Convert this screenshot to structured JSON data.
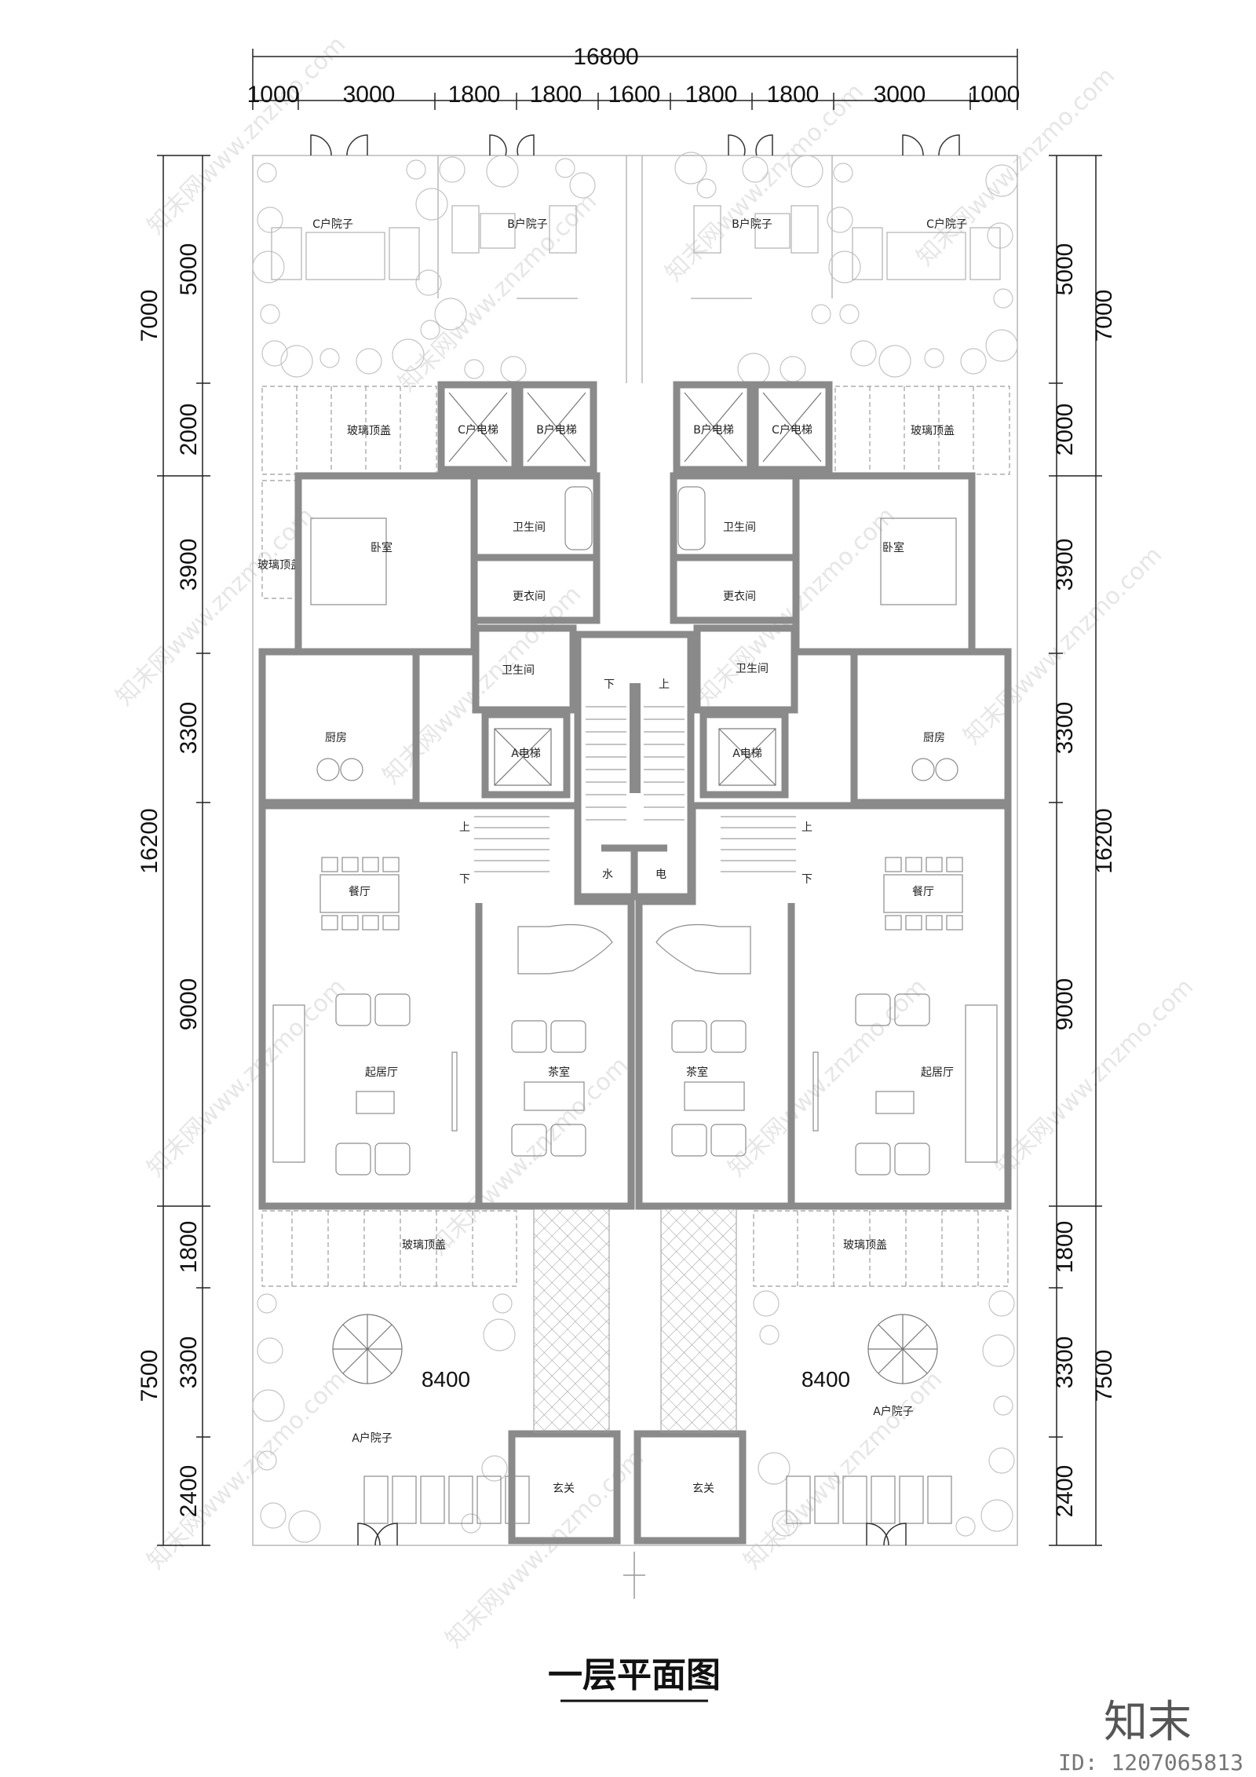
{
  "drawing": {
    "title": "一层平面图",
    "logo": "知末",
    "id_label": "ID: 1207065813",
    "watermark": "知末网www.znzmo.com",
    "colors": {
      "wall": "#8a8a8a",
      "wall_fill": "#bdbdbd",
      "line": "#b5b5b5",
      "text": "#111111"
    }
  },
  "dimensions": {
    "overall_width": "16800",
    "top_segments": [
      "1000",
      "3000",
      "1800",
      "1800",
      "1600",
      "1800",
      "1800",
      "3000",
      "1000"
    ],
    "left_outer": [
      "7000",
      "16200",
      "7500"
    ],
    "left_inner": [
      "5000",
      "2000",
      "3900",
      "3300",
      "9000",
      "1800",
      "3300",
      "2400"
    ],
    "right_outer": [
      "7000",
      "16200",
      "7500"
    ],
    "right_inner": [
      "5000",
      "2000",
      "3900",
      "3300",
      "9000",
      "1800",
      "3300",
      "2400"
    ],
    "yard_width_left": "8400",
    "yard_width_right": "8400"
  },
  "rooms": {
    "c_yard_left": "C户院子",
    "b_yard_left": "B户院子",
    "b_yard_right": "B户院子",
    "c_yard_right": "C户院子",
    "c_elevator_left": "C户电梯",
    "b_elevator_left": "B户电梯",
    "b_elevator_right": "B户电梯",
    "c_elevator_right": "C户电梯",
    "glass_roof_top_left": "玻璃顶盖",
    "glass_roof_top_right": "玻璃顶盖",
    "glass_roof_side": "玻璃顶盖",
    "bedroom_left": "卧室",
    "bedroom_right": "卧室",
    "bath_upper_left": "卫生间",
    "bath_upper_right": "卫生间",
    "closet_left": "更衣间",
    "closet_right": "更衣间",
    "bath_lower_left": "卫生间",
    "bath_lower_right": "卫生间",
    "kitchen_left": "厨房",
    "kitchen_right": "厨房",
    "a_elevator_left": "A电梯",
    "a_elevator_right": "A电梯",
    "stair_down": "下",
    "stair_up": "上",
    "water": "水",
    "electric": "电",
    "dining_left": "餐厅",
    "dining_right": "餐厅",
    "living_left": "起居厅",
    "living_right": "起居厅",
    "tea_left": "茶室",
    "tea_right": "茶室",
    "glass_roof_bottom_left": "玻璃顶盖",
    "glass_roof_bottom_right": "玻璃顶盖",
    "a_yard_left": "A户院子",
    "a_yard_right": "A户院子",
    "foyer_left": "玄关",
    "foyer_right": "玄关",
    "up_label": "上",
    "down_label": "下"
  }
}
